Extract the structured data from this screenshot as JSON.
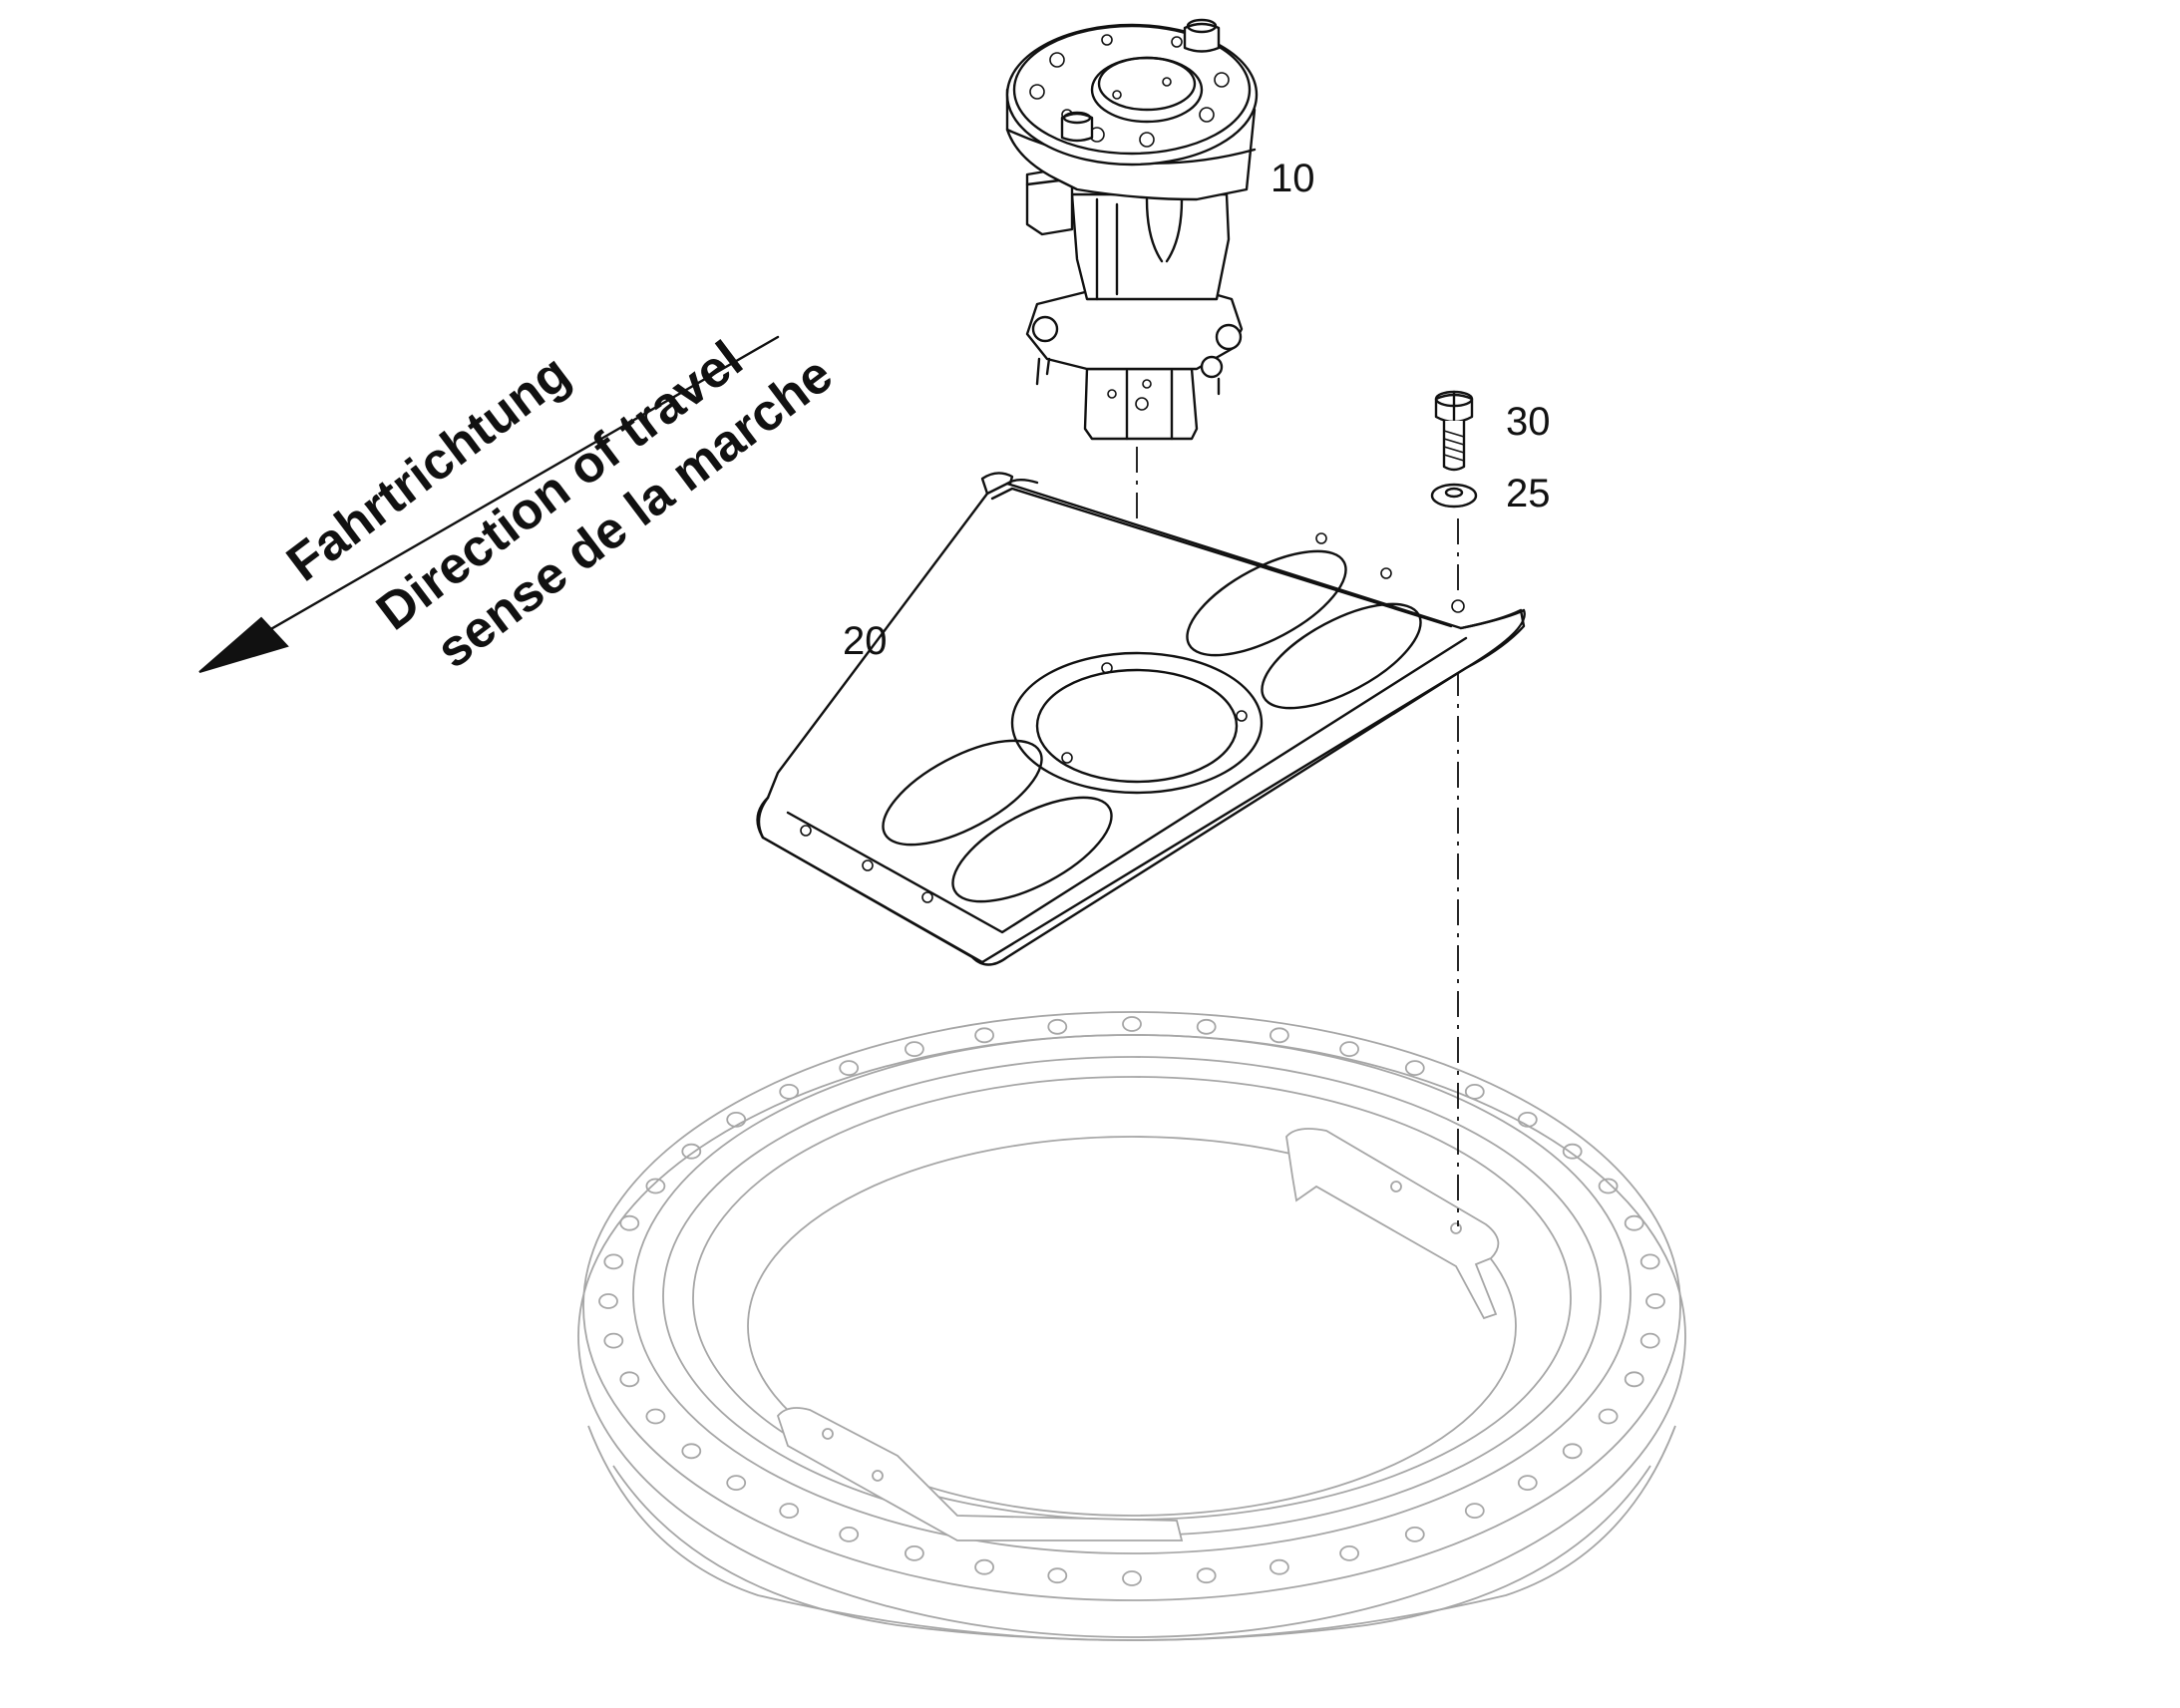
{
  "callouts": {
    "part_10": "10",
    "part_20": "20",
    "part_25": "25",
    "part_30": "30"
  },
  "direction": {
    "line1": "Fahrtrichtung",
    "line2": "Direction of travel",
    "line3": "sense de la marche"
  },
  "colors": {
    "line": "#111111",
    "ghost": "#a6a6a6",
    "background": "#ffffff"
  }
}
